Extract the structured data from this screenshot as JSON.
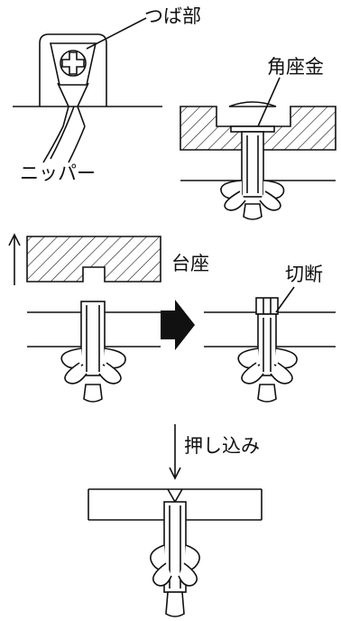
{
  "labels": {
    "tsuba": "つば部",
    "kakuza_kin": "角座金",
    "nipper": "ニッパー",
    "daiza": "台座",
    "setsudan": "切断",
    "oshikomi": "押し込み"
  },
  "colors": {
    "line": "#111111",
    "background": "#ffffff",
    "arrow_fill": "#111111"
  },
  "icons": {
    "hex_head": "hex-bolt-head",
    "phillips": "phillips-cross",
    "step_arrow": "right-arrow-solid"
  }
}
